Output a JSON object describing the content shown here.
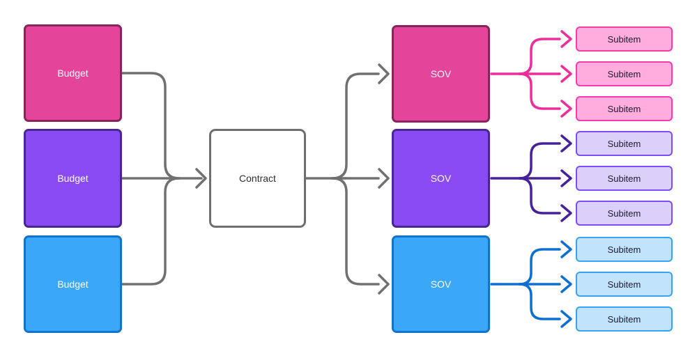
{
  "diagram": {
    "contract": {
      "label": "Contract"
    },
    "groups": [
      {
        "name": "pink",
        "budget_label": "Budget",
        "sov_label": "SOV",
        "subitems": [
          "Subitem",
          "Subitem",
          "Subitem"
        ],
        "colors": {
          "node_fill": "#E5449B",
          "node_border": "#87245C",
          "subitem_fill": "#FFACDF",
          "subitem_border": "#F73BAE",
          "line": "#EE2D9B"
        }
      },
      {
        "name": "purple",
        "budget_label": "Budget",
        "sov_label": "SOV",
        "subitems": [
          "Subitem",
          "Subitem",
          "Subitem"
        ],
        "colors": {
          "node_fill": "#8A4BF5",
          "node_border": "#4A2399",
          "subitem_fill": "#DCD0FA",
          "subitem_border": "#7D4CF5",
          "line": "#45219B"
        }
      },
      {
        "name": "blue",
        "budget_label": "Budget",
        "sov_label": "SOV",
        "subitems": [
          "Subitem",
          "Subitem",
          "Subitem"
        ],
        "colors": {
          "node_fill": "#3BA7F8",
          "node_border": "#1273CC",
          "subitem_fill": "#C2E3FC",
          "subitem_border": "#36A3F7",
          "line": "#0D6FD2"
        }
      }
    ],
    "connector_color": "#707070",
    "contract_border_color": "#6E6E6E",
    "background": "#FFFFFF"
  }
}
